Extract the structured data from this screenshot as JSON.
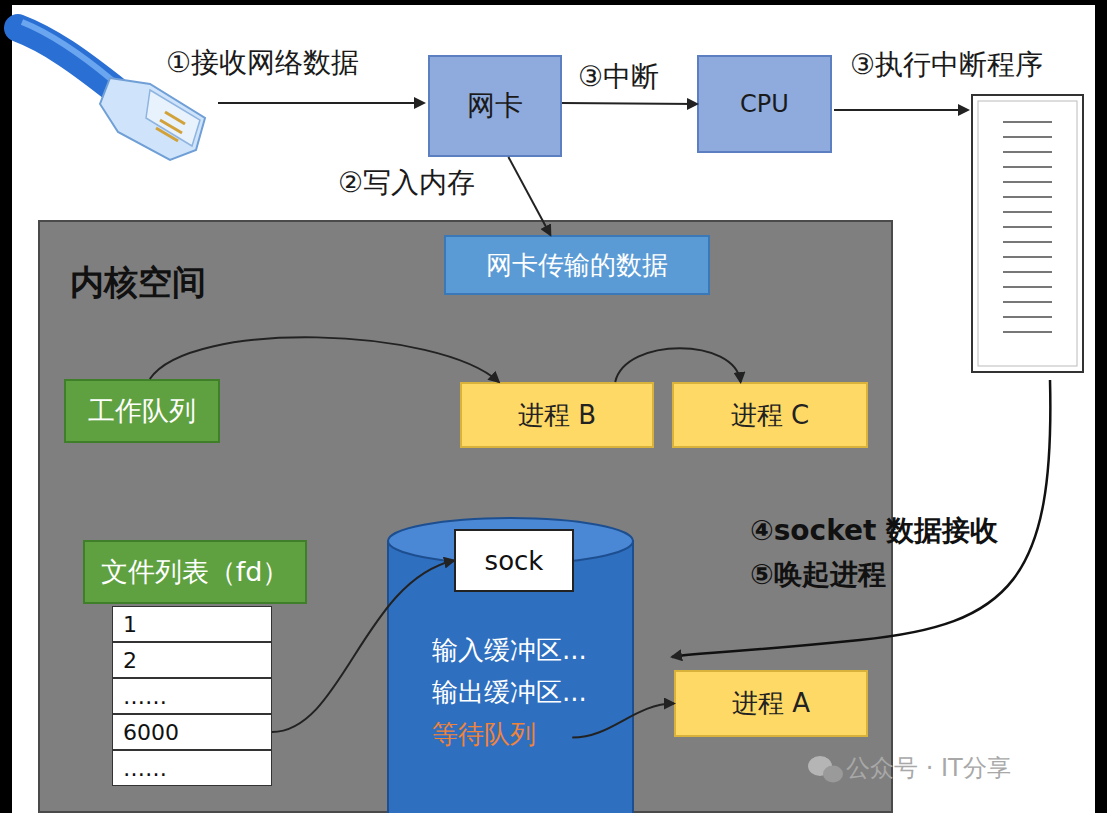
{
  "diagram": {
    "nodes": [
      {
        "text": [
          "网卡"
        ]
      },
      {
        "text": [
          "CPU"
        ]
      },
      {
        "text": [
          "内核空间"
        ]
      },
      {
        "text": [
          "网卡传输的数据"
        ],
        "in": 2
      },
      {
        "text": [
          "工作队列"
        ],
        "in": 2
      },
      {
        "text": [
          "进程 B"
        ],
        "in": 2
      },
      {
        "text": [
          "进程 C"
        ],
        "in": 2
      },
      {
        "text": [
          "文件列表（fd）"
        ],
        "in": 2
      },
      {
        "text": [
          "1"
        ],
        "in": 2
      },
      {
        "text": [
          "2"
        ],
        "in": 2
      },
      {
        "text": [
          "……"
        ],
        "in": 2
      },
      {
        "text": [
          "6000"
        ],
        "in": 2
      },
      {
        "text": [
          "……"
        ],
        "in": 2
      },
      {
        "text": [
          "输入缓冲区...",
          "输出缓冲区...",
          "等待队列"
        ],
        "in": 2
      },
      {
        "text": [
          "sock"
        ],
        "in": 13
      },
      {
        "text": [
          "进程 A"
        ],
        "in": 2
      }
    ],
    "edges": [
      {
        "from": 0,
        "to": 1,
        "label": "③中断",
        "arrow": "to"
      },
      {
        "from": 0,
        "to": 3,
        "label": "②写入内存",
        "arrow": "to"
      },
      {
        "from": 4,
        "to": 5,
        "arrow": "to"
      },
      {
        "from": 5,
        "to": 6,
        "arrow": "to"
      },
      {
        "from": 11,
        "to": 14,
        "arrow": "to"
      },
      {
        "from": 13,
        "to": 15,
        "arrow": "to"
      }
    ],
    "labels": [
      "①接收网络数据",
      "③执行中断程序",
      "④socket 数据接收",
      "⑤唤起进程",
      "公众号 · IT分享"
    ]
  }
}
